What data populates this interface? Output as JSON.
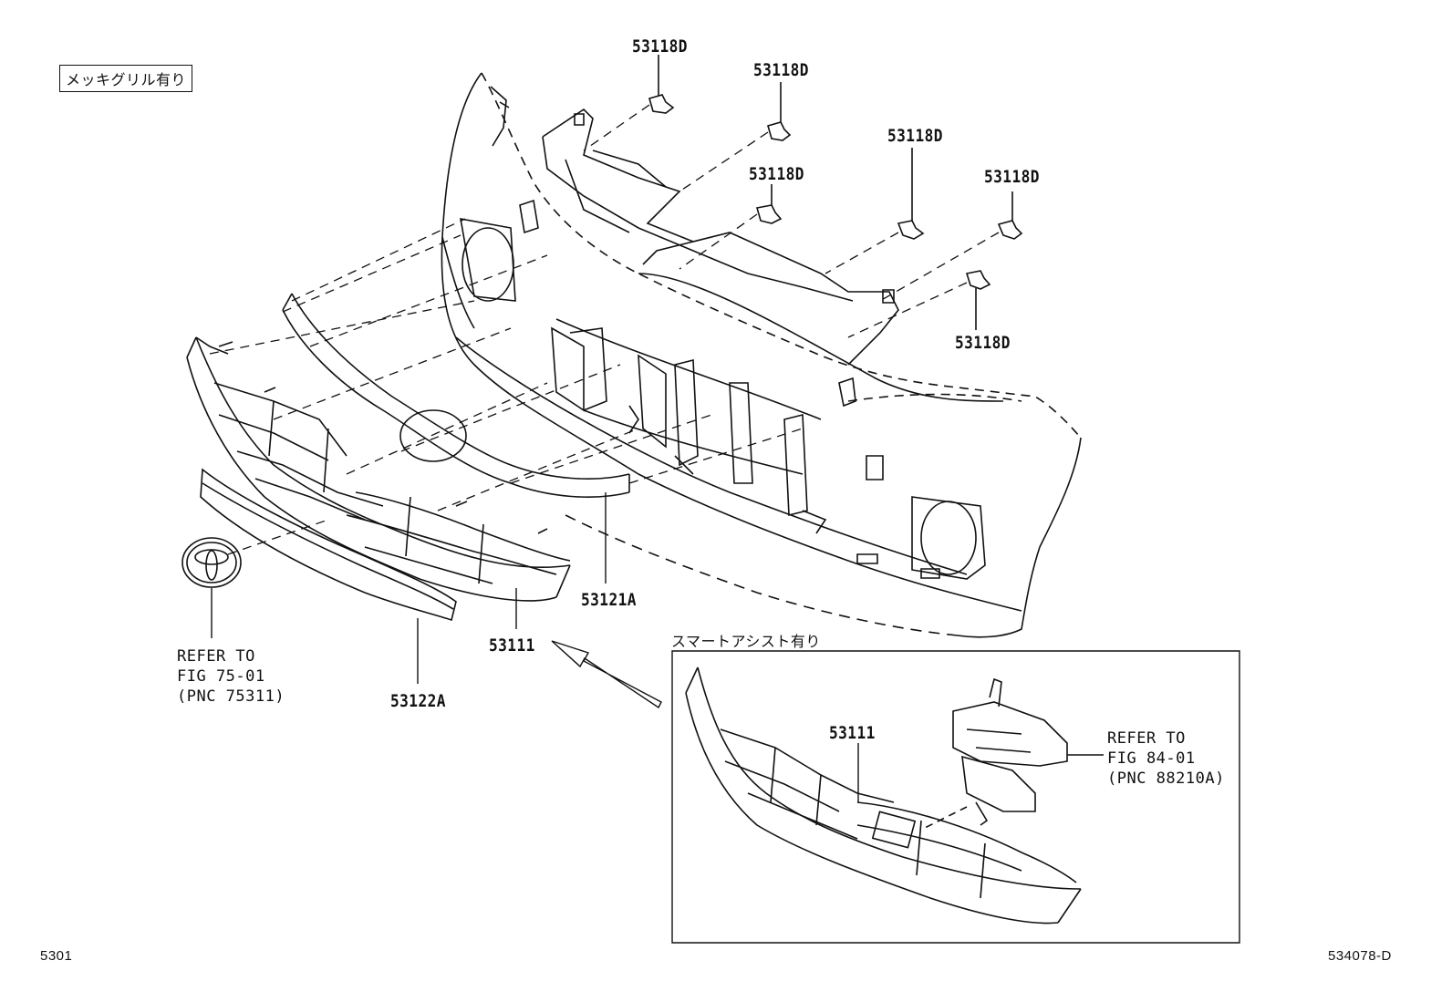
{
  "labels": {
    "option_chrome_grille": "メッキグリル有り",
    "option_smart_assist": "スマートアシスト有り",
    "clip_1": "53118D",
    "clip_2": "53118D",
    "clip_3": "53118D",
    "clip_4": "53118D",
    "clip_5": "53118D",
    "clip_6": "53118D",
    "molding": "53121A",
    "grille_main": "53111",
    "lower_molding": "53122A",
    "grille_inset": "53111",
    "emblem_ref": "REFER TO\nFIG 75-01\n(PNC 75311)",
    "sensor_ref": "REFER TO\nFIG 84-01\n(PNC 88210A)"
  },
  "footer": {
    "page_code": "5301",
    "figure_code": "534078-D"
  }
}
